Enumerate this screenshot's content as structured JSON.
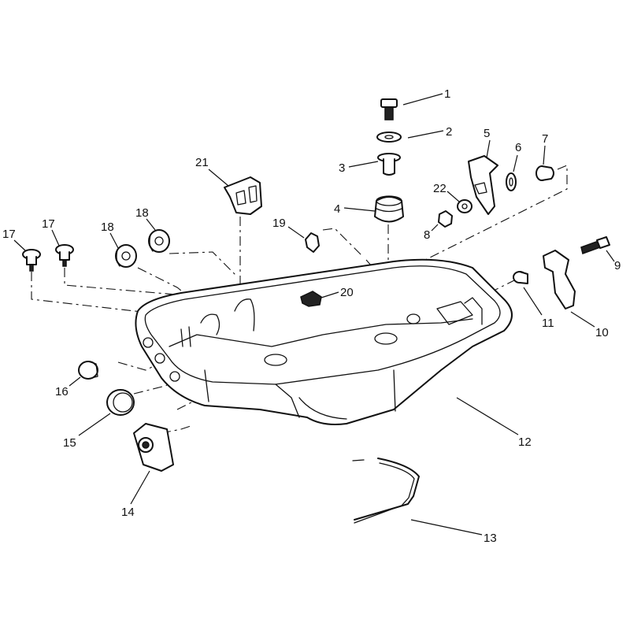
{
  "callouts": [
    {
      "id": "1",
      "label": "1"
    },
    {
      "id": "2",
      "label": "2"
    },
    {
      "id": "3",
      "label": "3"
    },
    {
      "id": "4",
      "label": "4"
    },
    {
      "id": "5",
      "label": "5"
    },
    {
      "id": "6",
      "label": "6"
    },
    {
      "id": "7",
      "label": "7"
    },
    {
      "id": "8",
      "label": "8"
    },
    {
      "id": "9",
      "label": "9"
    },
    {
      "id": "10",
      "label": "10"
    },
    {
      "id": "11",
      "label": "11"
    },
    {
      "id": "12",
      "label": "12"
    },
    {
      "id": "13",
      "label": "13"
    },
    {
      "id": "14",
      "label": "14"
    },
    {
      "id": "15",
      "label": "15"
    },
    {
      "id": "16",
      "label": "16"
    },
    {
      "id": "17a",
      "label": "17"
    },
    {
      "id": "17b",
      "label": "17"
    },
    {
      "id": "18a",
      "label": "18"
    },
    {
      "id": "18b",
      "label": "18"
    },
    {
      "id": "19",
      "label": "19"
    },
    {
      "id": "20",
      "label": "20"
    },
    {
      "id": "21",
      "label": "21"
    },
    {
      "id": "22",
      "label": "22"
    }
  ],
  "colors": {
    "line": "#111111",
    "background": "#ffffff"
  }
}
